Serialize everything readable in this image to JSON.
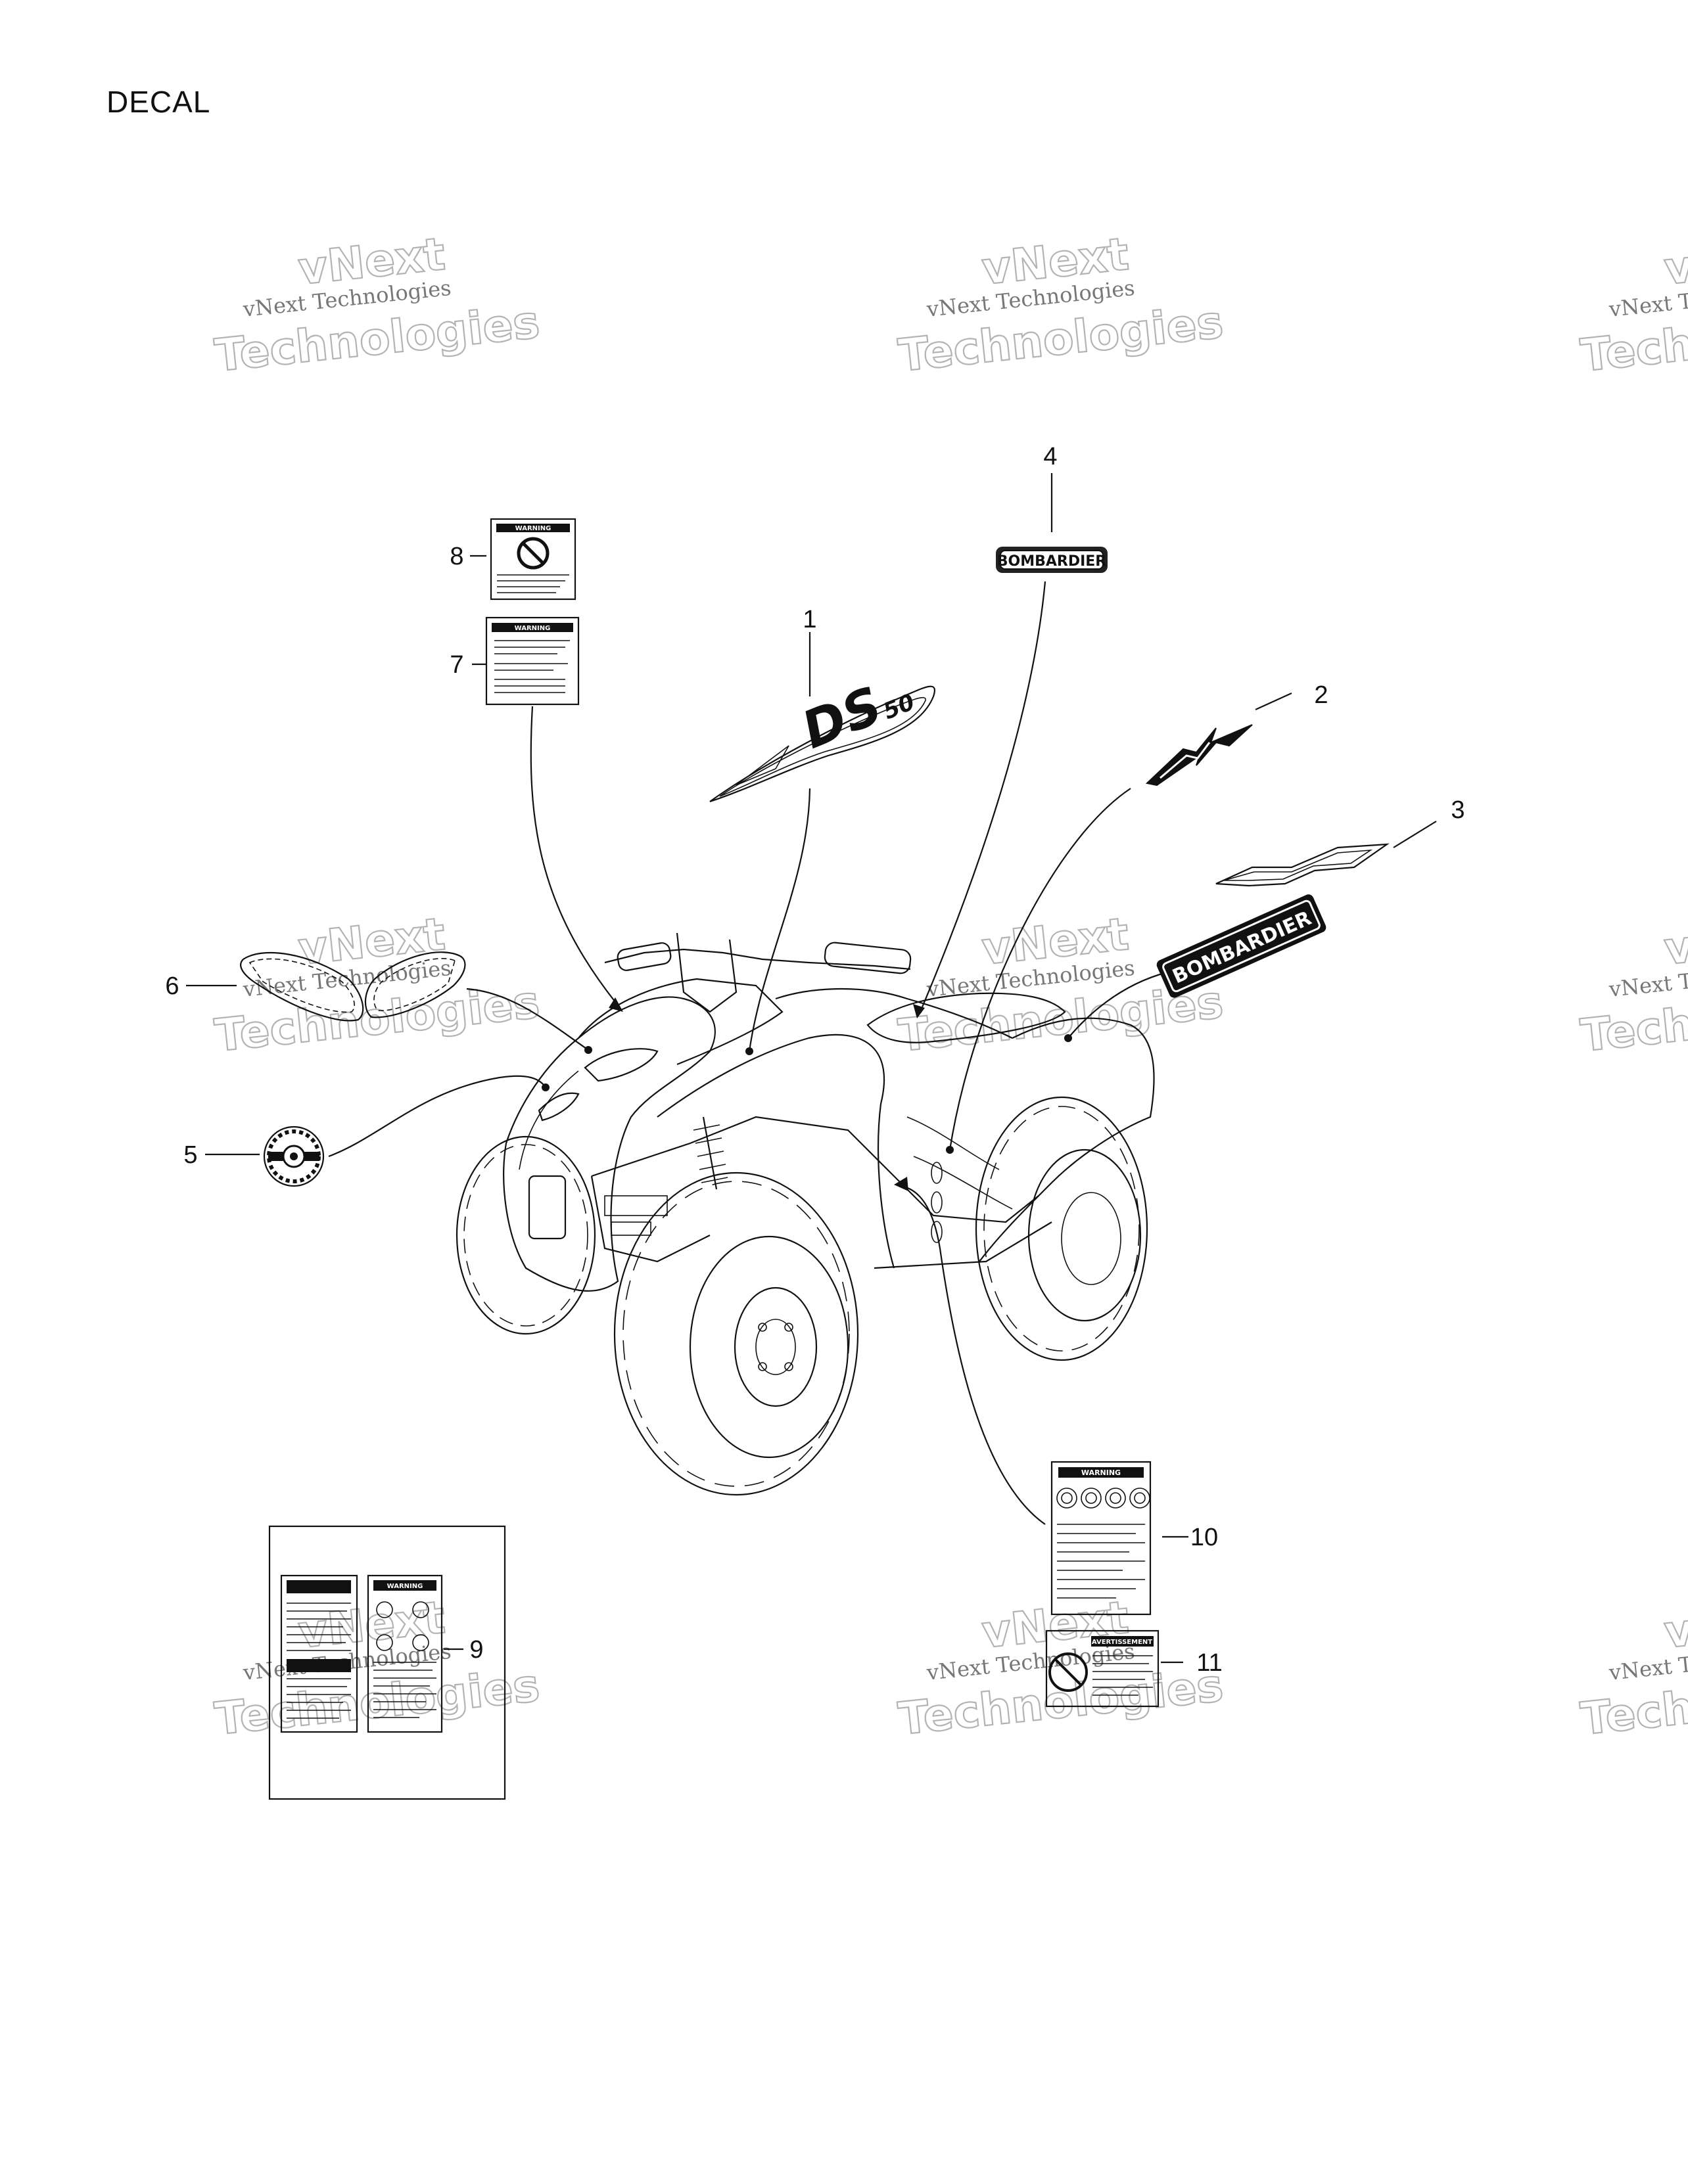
{
  "title": "DECAL",
  "callouts": {
    "c1": "1",
    "c2": "2",
    "c3": "3",
    "c4": "4",
    "c5": "5",
    "c6": "6",
    "c7": "7",
    "c8": "8",
    "c9": "9",
    "c10": "10",
    "c11": "11"
  },
  "decals": {
    "bombardier_small": "BOMBARDIER",
    "bombardier_large": "BOMBARDIER",
    "ds": "DS",
    "ds_num": "50",
    "warning": "WARNING",
    "avertissement": "AVERTISSEMENT"
  },
  "watermark": {
    "line1": "vNext Technologies",
    "line2": "vNext",
    "line3": "Technologies"
  }
}
